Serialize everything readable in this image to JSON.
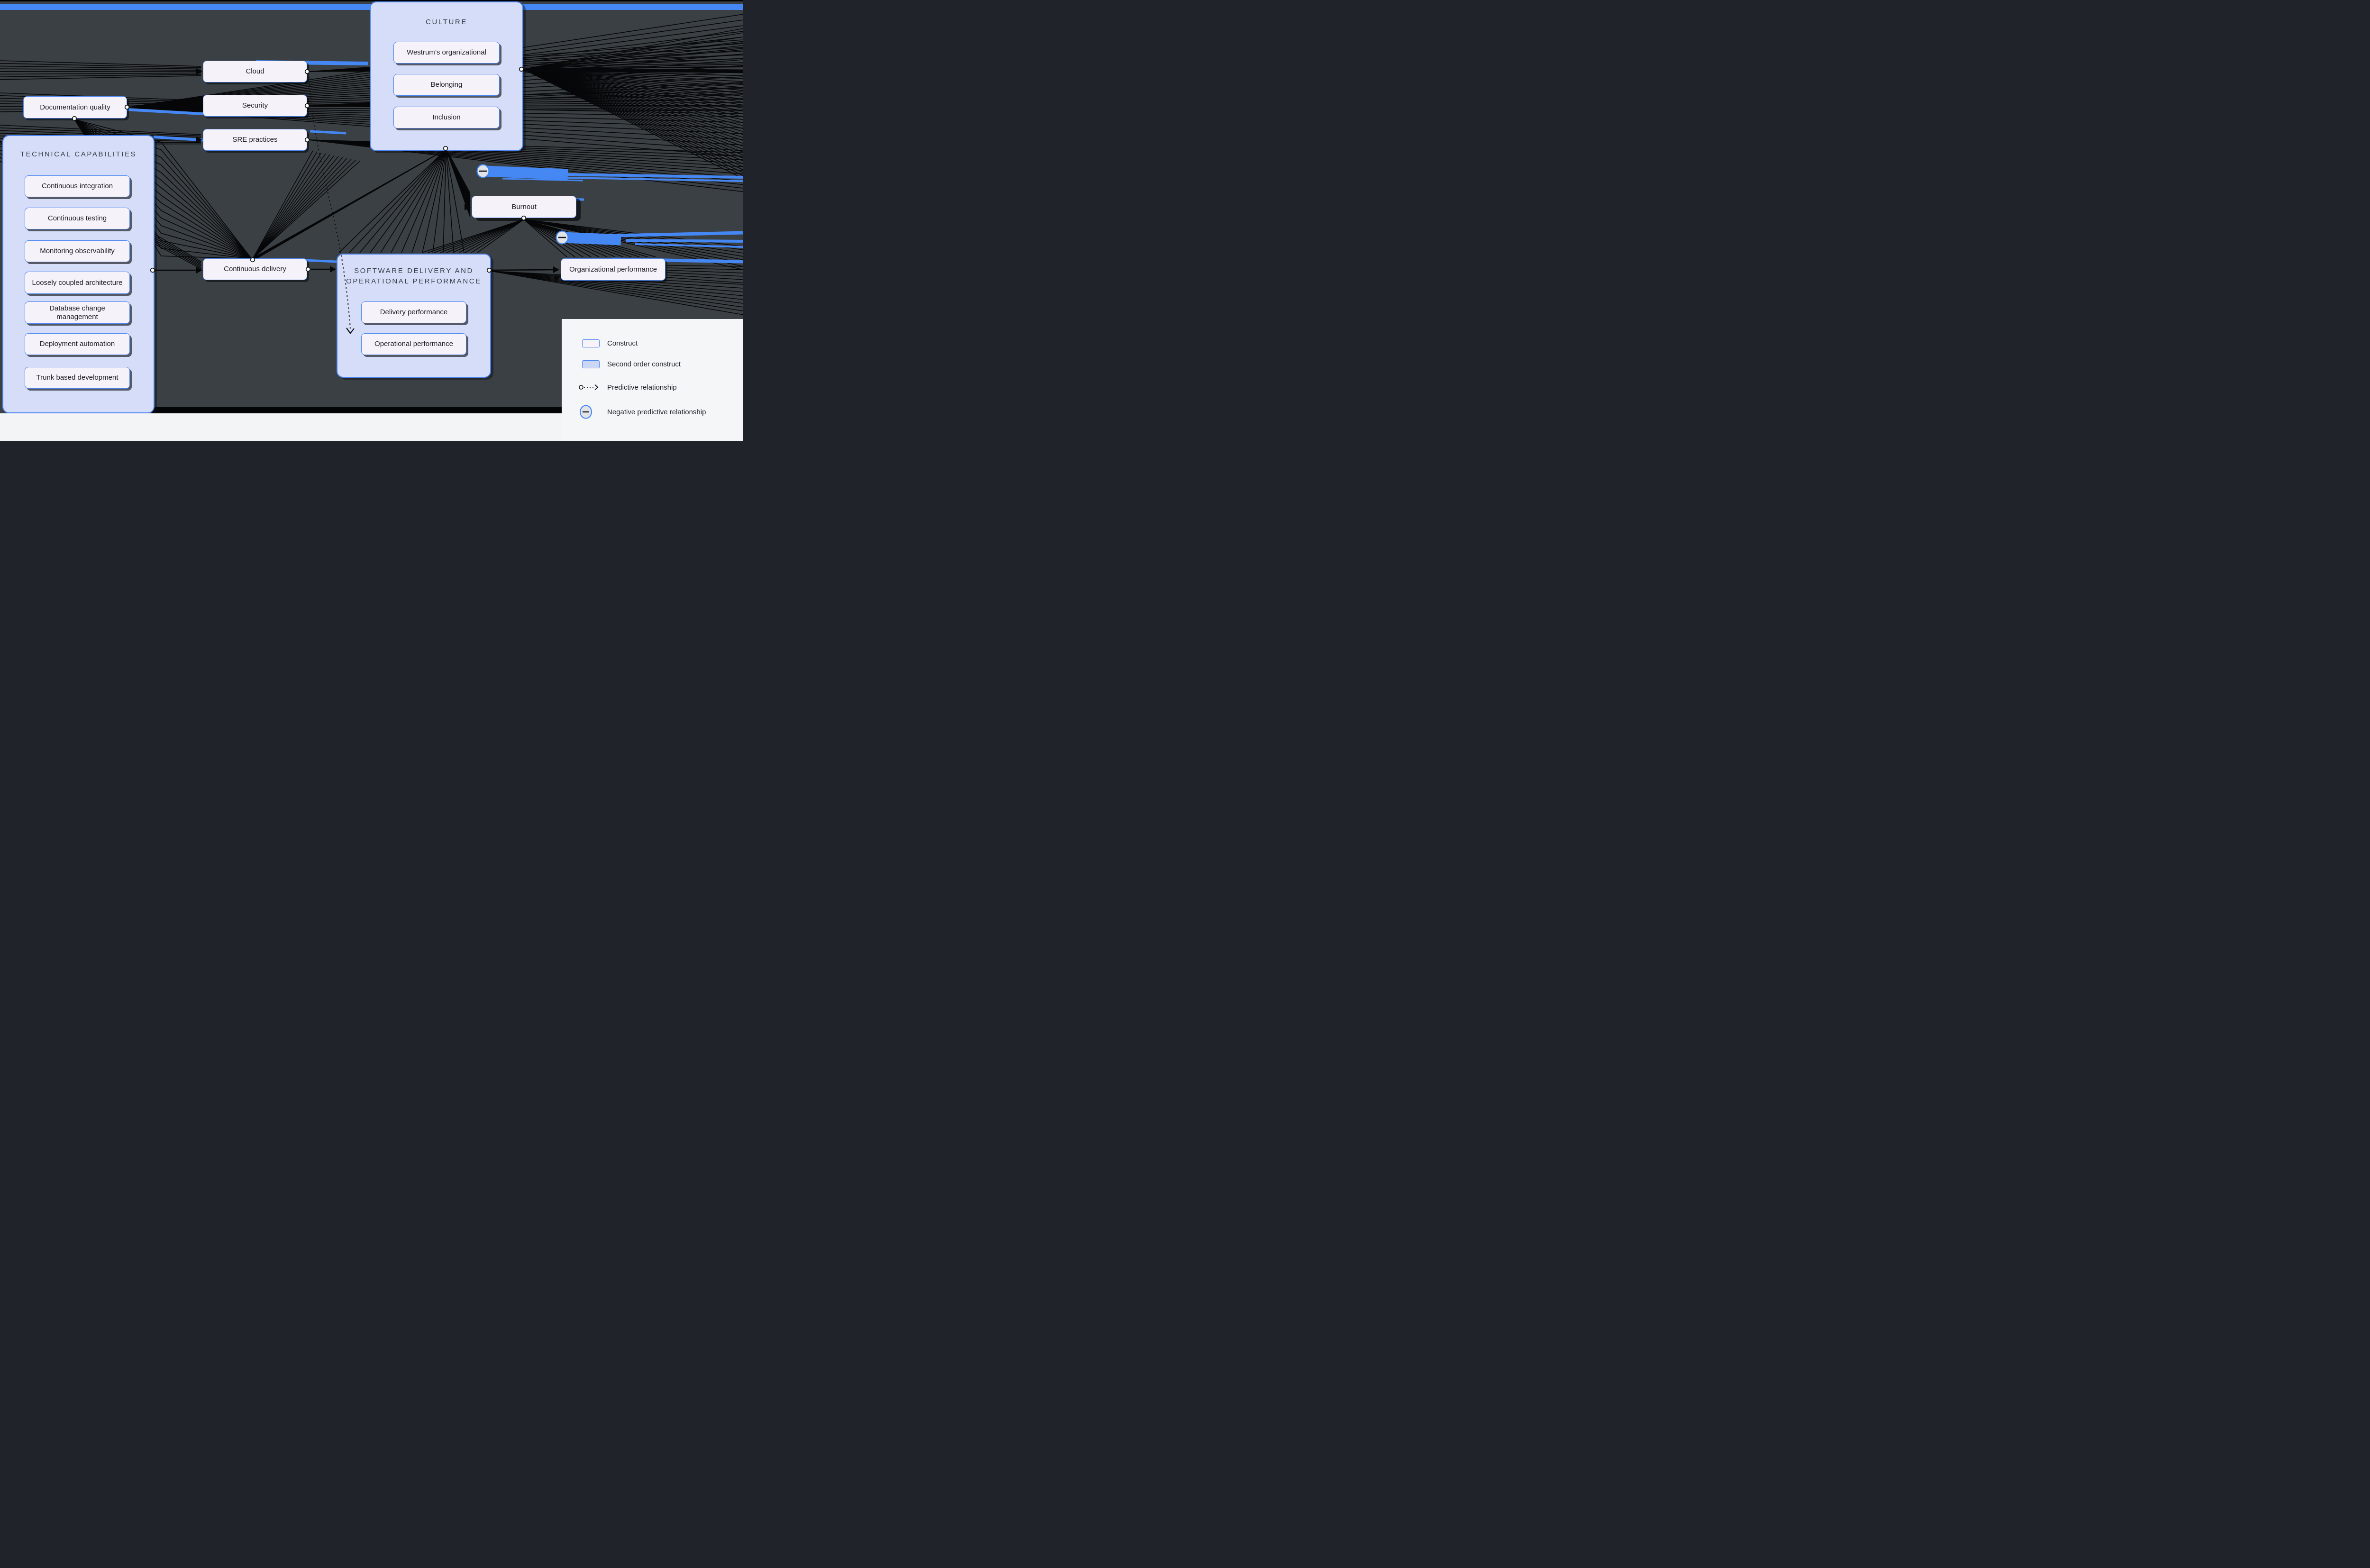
{
  "colors": {
    "accent_blue": "#4285F4",
    "construct_fill": "#F6F2F9",
    "second_order_fill": "#D5DDF8",
    "dark_background": "#3B4045",
    "edge_black": "#000000",
    "legend_background": "#F5F6F8"
  },
  "diagram": {
    "containers": {
      "technical_capabilities": {
        "title": "TECHNICAL CAPABILITIES",
        "items": [
          "Continuous integration",
          "Continuous testing",
          "Monitoring observability",
          "Loosely coupled architecture",
          "Database change management",
          "Deployment automation",
          "Trunk based development"
        ]
      },
      "culture": {
        "title": "CULTURE",
        "items": [
          "Westrum’s organizational",
          "Belonging",
          "Inclusion"
        ]
      },
      "software_delivery": {
        "title": "SOFTWARE DELIVERY AND OPERATIONAL PERFORMANCE",
        "items": [
          "Delivery performance",
          "Operational performance"
        ]
      }
    },
    "nodes": {
      "documentation_quality": "Documentation quality",
      "cloud": "Cloud",
      "security": "Security",
      "sre_practices": "SRE practices",
      "continuous_delivery": "Continuous delivery",
      "burnout": "Burnout",
      "organizational_performance": "Organizational performance"
    },
    "relationships": [
      {
        "from": "Technical capabilities",
        "to": "Continuous delivery",
        "type": "predictive"
      },
      {
        "from": "Continuous delivery",
        "to": "Software delivery and operational performance",
        "type": "predictive"
      },
      {
        "from": "Continuous delivery",
        "to": "Operational performance",
        "type": "predictive"
      },
      {
        "from": "Software delivery and operational performance",
        "to": "Organizational performance",
        "type": "predictive"
      },
      {
        "from": "Culture",
        "to": "Burnout",
        "type": "negative"
      },
      {
        "from": "Burnout",
        "to": "Organizational performance",
        "type": "negative"
      }
    ]
  },
  "legend": {
    "construct": "Construct",
    "second_order": "Second order construct",
    "predictive": "Predictive relationship",
    "negative": "Negative predictive relationship"
  }
}
